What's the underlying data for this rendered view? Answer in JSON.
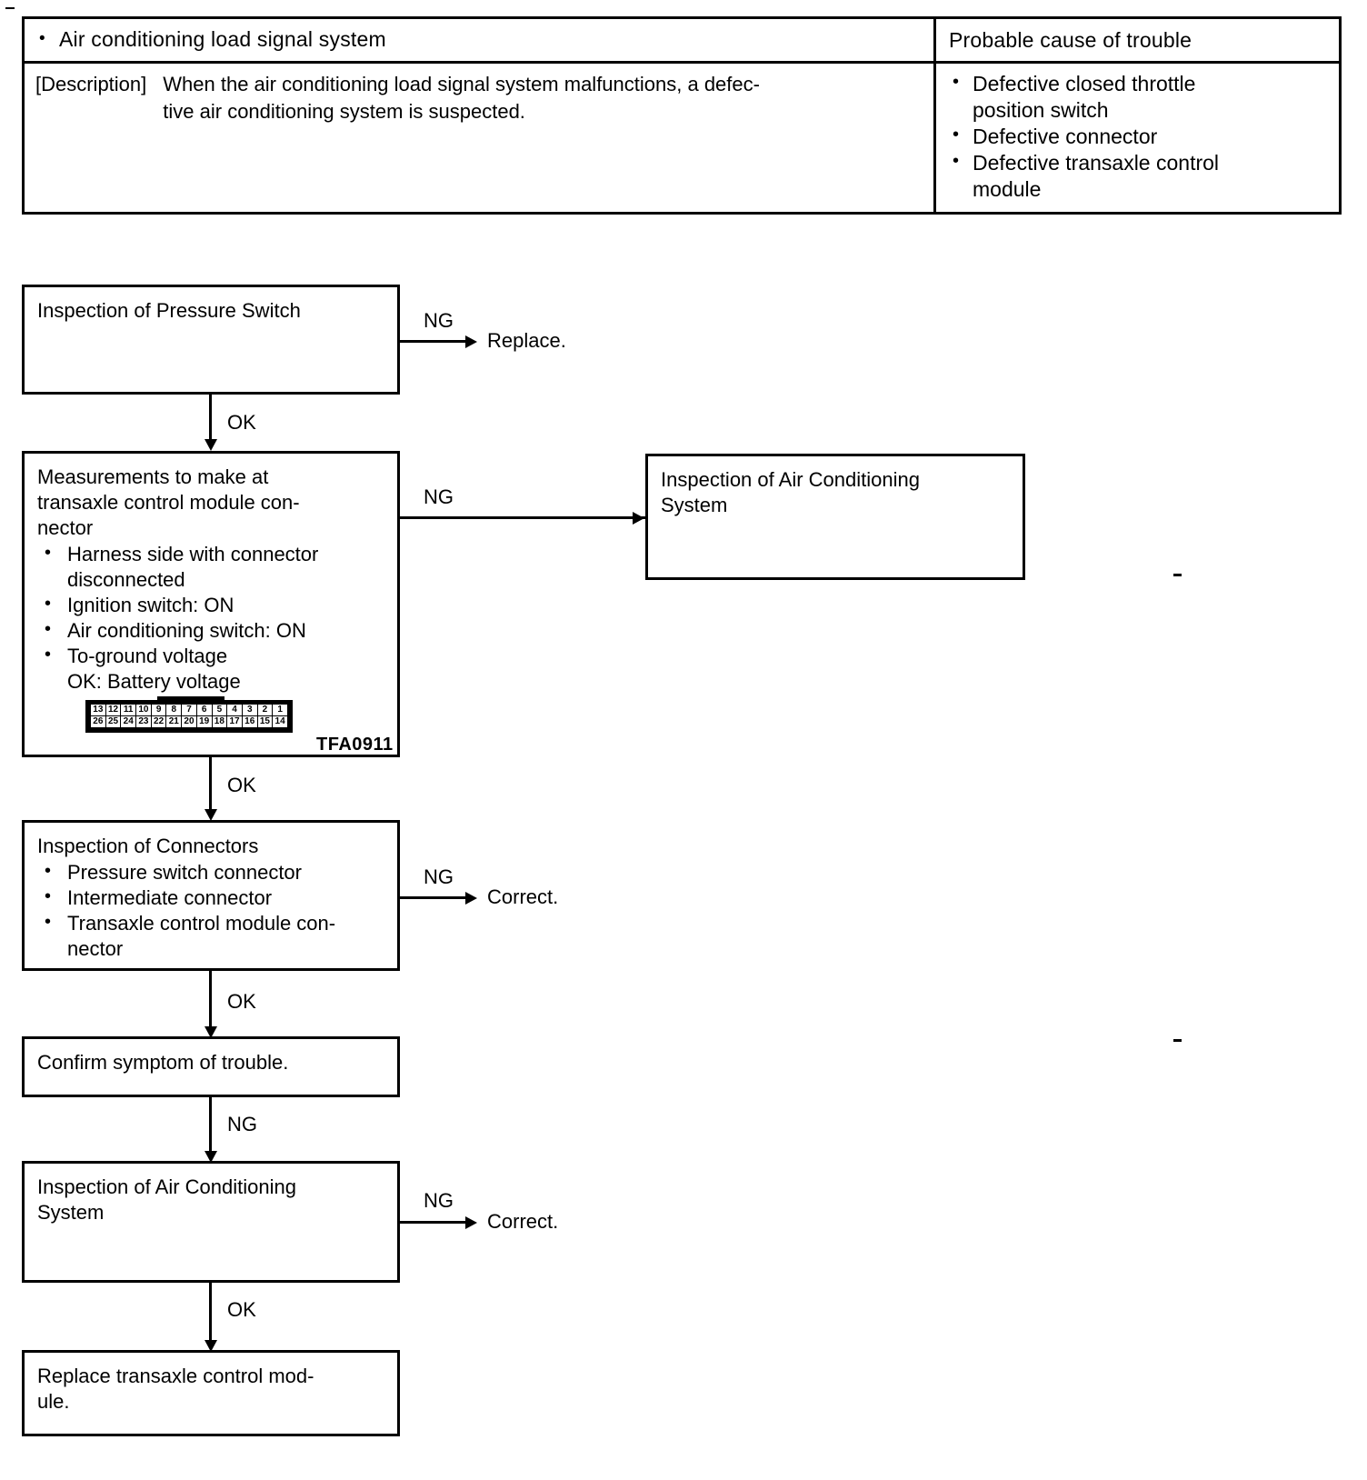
{
  "table": {
    "header_left": "Air conditioning load signal system",
    "header_right": "Probable cause of trouble",
    "description_label": "[Description]",
    "description_text": "When the air conditioning load signal system malfunctions, a defec-\ntive air conditioning system is suspected.",
    "probable_causes": [
      "Defective closed throttle\nposition switch",
      "Defective connector",
      "Defective transaxle control\nmodule"
    ]
  },
  "flowchart": {
    "boxes": {
      "pressure_switch": "Inspection of Pressure Switch",
      "measurements_title": "Measurements to make at\ntransaxle control module con-\nnector",
      "measurements_items": [
        "Harness side with connector\ndisconnected",
        "Ignition switch: ON",
        "Air conditioning switch: ON",
        "To-ground voltage"
      ],
      "measurements_extra": "OK: Battery voltage",
      "air_conditioning_branch": "Inspection of Air Conditioning\nSystem",
      "connectors_title": "Inspection of Connectors",
      "connectors_items": [
        "Pressure switch connector",
        "Intermediate connector",
        "Transaxle control module con-\nnector"
      ],
      "confirm_symptom": "Confirm symptom of trouble.",
      "air_conditioning_system": "Inspection of Air Conditioning\nSystem",
      "replace_module": "Replace transaxle control mod-\nule."
    },
    "edges": {
      "ng_1": "NG",
      "ok_1": "OK",
      "ng_2": "NG",
      "ok_2": "OK",
      "ng_3": "NG",
      "ok_3": "OK",
      "ng_4": "NG",
      "ng_5": "NG",
      "ok_4": "OK"
    },
    "terminals": {
      "replace": "Replace.",
      "correct_1": "Correct.",
      "correct_2": "Correct."
    },
    "connector": {
      "code": "TFA0911",
      "top_row": [
        "13",
        "12",
        "11",
        "10",
        "9",
        "8",
        "7",
        "6",
        "5",
        "4",
        "3",
        "2",
        "1"
      ],
      "bottom_row": [
        "26",
        "25",
        "24",
        "23",
        "22",
        "21",
        "20",
        "19",
        "18",
        "17",
        "16",
        "15",
        "14"
      ]
    }
  }
}
